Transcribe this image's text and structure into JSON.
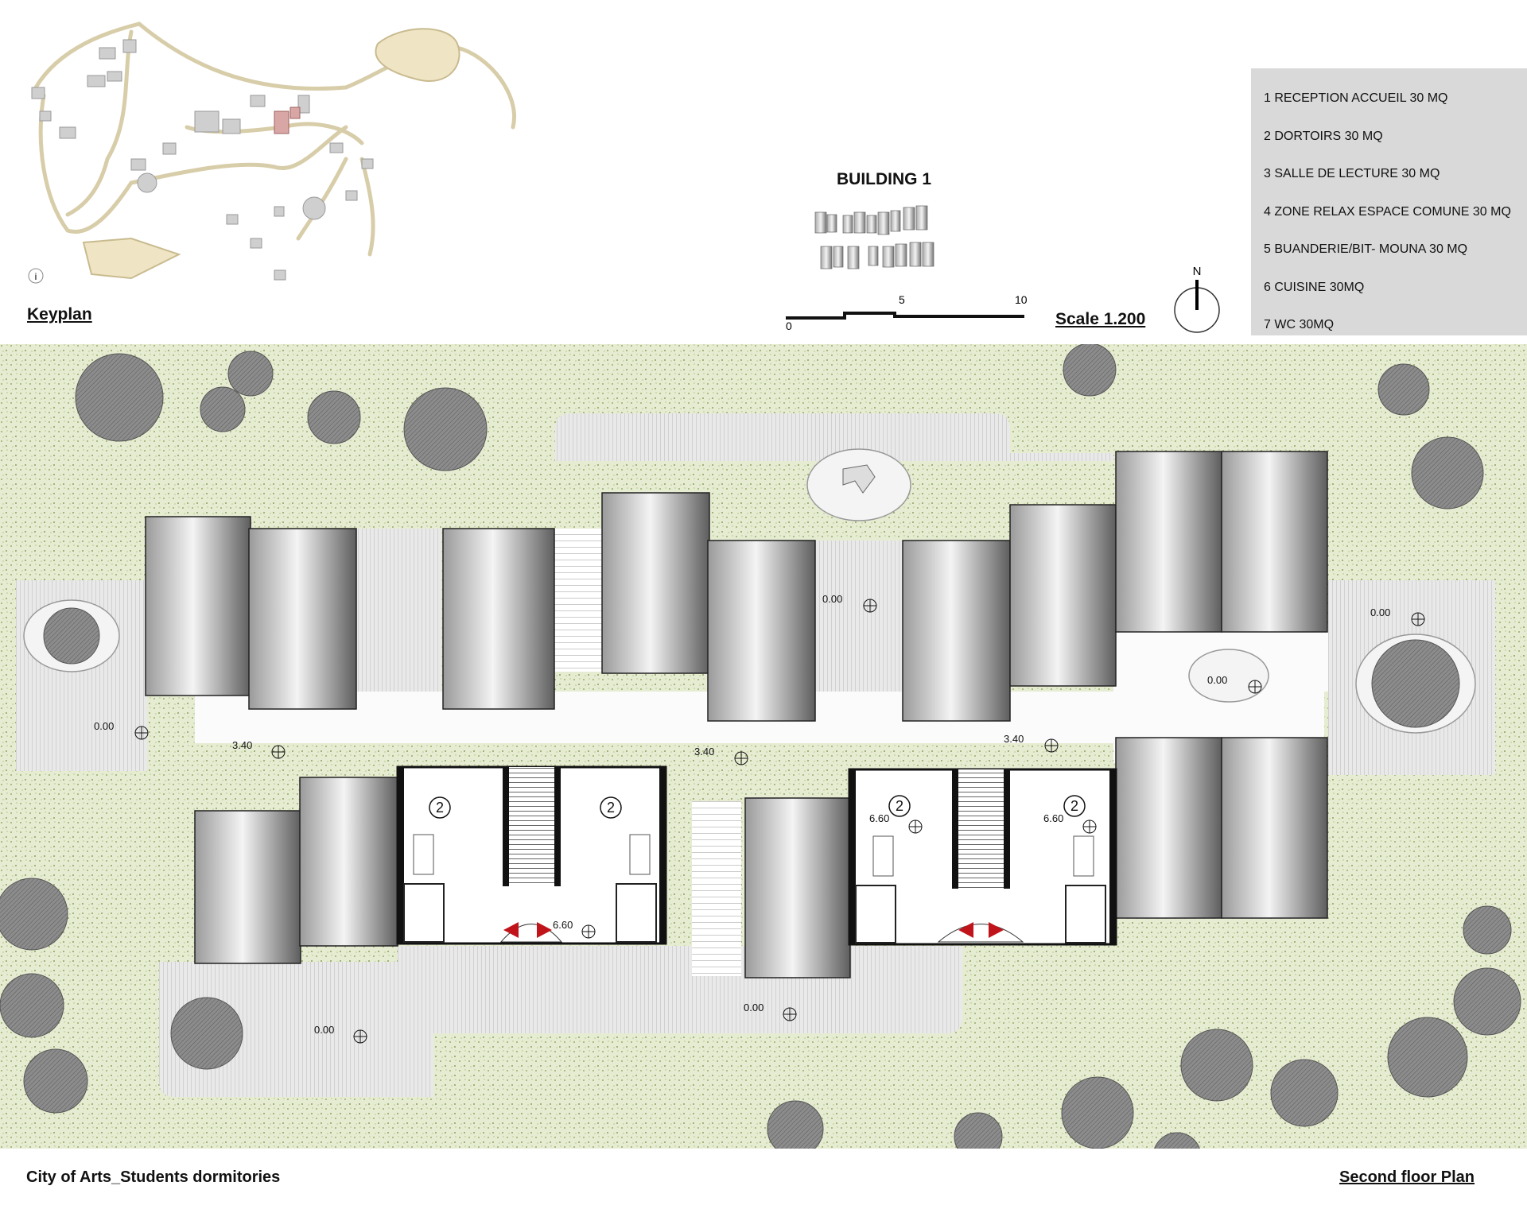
{
  "keyplan": {
    "label": "Keyplan",
    "info_glyph": "i"
  },
  "building": {
    "title": "BUILDING 1"
  },
  "scale": {
    "tick_0": "0",
    "tick_5": "5",
    "tick_10": "10",
    "label": "Scale 1.200"
  },
  "north": {
    "label": "N"
  },
  "legend": {
    "items": [
      "1 RECEPTION ACCUEIL 30 MQ",
      "2 DORTOIRS  30 MQ",
      "3 SALLE DE LECTURE 30 MQ",
      "4 ZONE RELAX ESPACE COMUNE 30 MQ",
      "5 BUANDERIE/BIT- MOUNA 30 MQ",
      "6 CUISINE 30MQ",
      "7 WC 30MQ"
    ]
  },
  "plan": {
    "levels": {
      "l_000": "0.00",
      "l_340": "3.40",
      "l_660": "6.60"
    },
    "room_number": "2"
  },
  "footer": {
    "left": "City of Arts_Students dormitories",
    "right": "Second  floor Plan"
  },
  "colors": {
    "lawn": "#e5ebd0",
    "deck": "#e4e4e4",
    "path": "#efe4c4",
    "legend_bg": "#d9d9d9",
    "arrow": "#c0141a"
  }
}
